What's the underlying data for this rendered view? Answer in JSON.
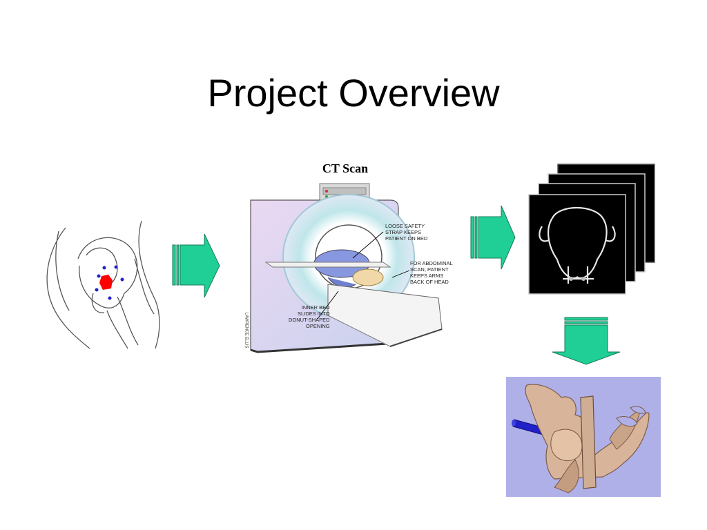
{
  "slide": {
    "title": "Project Overview"
  },
  "ct_diagram": {
    "title": "CT Scan",
    "callouts": {
      "strap": "LOOSE SAFETY\nSTRAP KEEPS\nPATIENT ON BED",
      "arms": "FOR ABDOMINAL\nSCAN, PATIENT\nKEEPS ARMS\nBACK OF HEAD",
      "bed": "INNER BED\nSLIDES INTO\nDONUT-SHAPED\nOPENING"
    },
    "credit": "LAWRENCE ELLIS"
  },
  "colors": {
    "arrow_fill": "#1fcf96",
    "arrow_stroke": "#1a7a5a",
    "marker_red": "#ff0000",
    "marker_blue": "#2222cc",
    "model_background": "#b0b0e8",
    "bone": "#d8b49a",
    "probe": "#2020c8"
  },
  "icons": [
    "flow-arrow-right-icon",
    "flow-arrow-down-icon"
  ]
}
